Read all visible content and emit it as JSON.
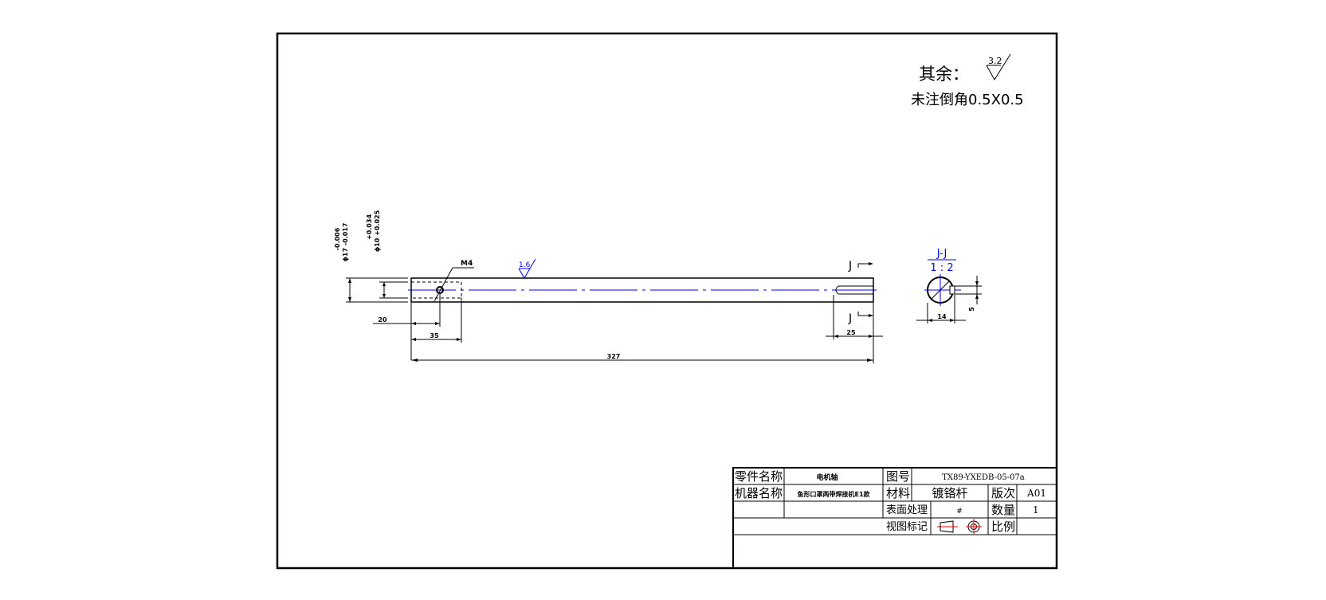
{
  "notes": {
    "rest_label": "其余：",
    "rest_roughness": "3.2",
    "chamfer_note": "未注倒角0.5X0.5"
  },
  "section": {
    "title": "J-J",
    "scale": "1 : 2",
    "width_dim": "14",
    "depth_dim": "5"
  },
  "part": {
    "roughness": "1.6",
    "thread": "M4",
    "dia_tol_upper": "-0.006",
    "dia_tol_lower": "ϕ17 -0.017",
    "bore_tol_upper": "+0.034",
    "bore_tol_lower": "ϕ10 +0.025",
    "dim_20": "20",
    "dim_35": "35",
    "dim_327": "327",
    "dim_25": "25",
    "cut_marker": "J"
  },
  "title_block": {
    "part_name_label": "零件名称",
    "part_name_value": "电机轴",
    "drawing_no_label": "图号",
    "drawing_no_value": "TX89-YXEDB-05-07a",
    "machine_name_label": "机器名称",
    "machine_name_value": "鱼形口罩两带焊接机E1款",
    "material_label": "材料",
    "material_value": "镀铬杆",
    "version_label": "版次",
    "version_value": "A01",
    "surface_label": "表面处理",
    "surface_value": "#",
    "quantity_label": "数量",
    "quantity_value": "1",
    "view_label": "视图标记",
    "scale_label": "比例",
    "scale_value": ""
  },
  "colors": {
    "line": "#000000",
    "centerline": "#0000ff",
    "annotation": "#0000ff",
    "view_mark": "#ff0000"
  }
}
